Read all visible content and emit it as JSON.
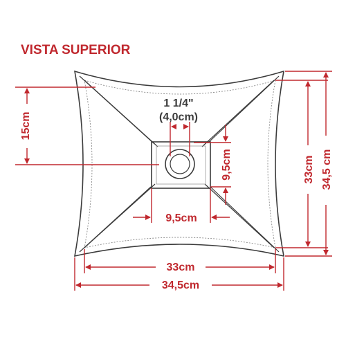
{
  "title": "VISTA SUPERIOR",
  "drain": {
    "size_in": "1 1/4\"",
    "size_cm": "(4,0cm)"
  },
  "dimensions": {
    "front_to_drain": "15cm",
    "drain_depth": "9,5cm",
    "drain_width": "9,5cm",
    "inner_depth": "33cm",
    "outer_depth": "34,5 cm",
    "inner_width": "33cm",
    "outer_width": "34,5cm"
  },
  "colors": {
    "dimension": "#c0282e",
    "outline": "#3b3b3b",
    "label_dark": "#3b3b3b"
  }
}
